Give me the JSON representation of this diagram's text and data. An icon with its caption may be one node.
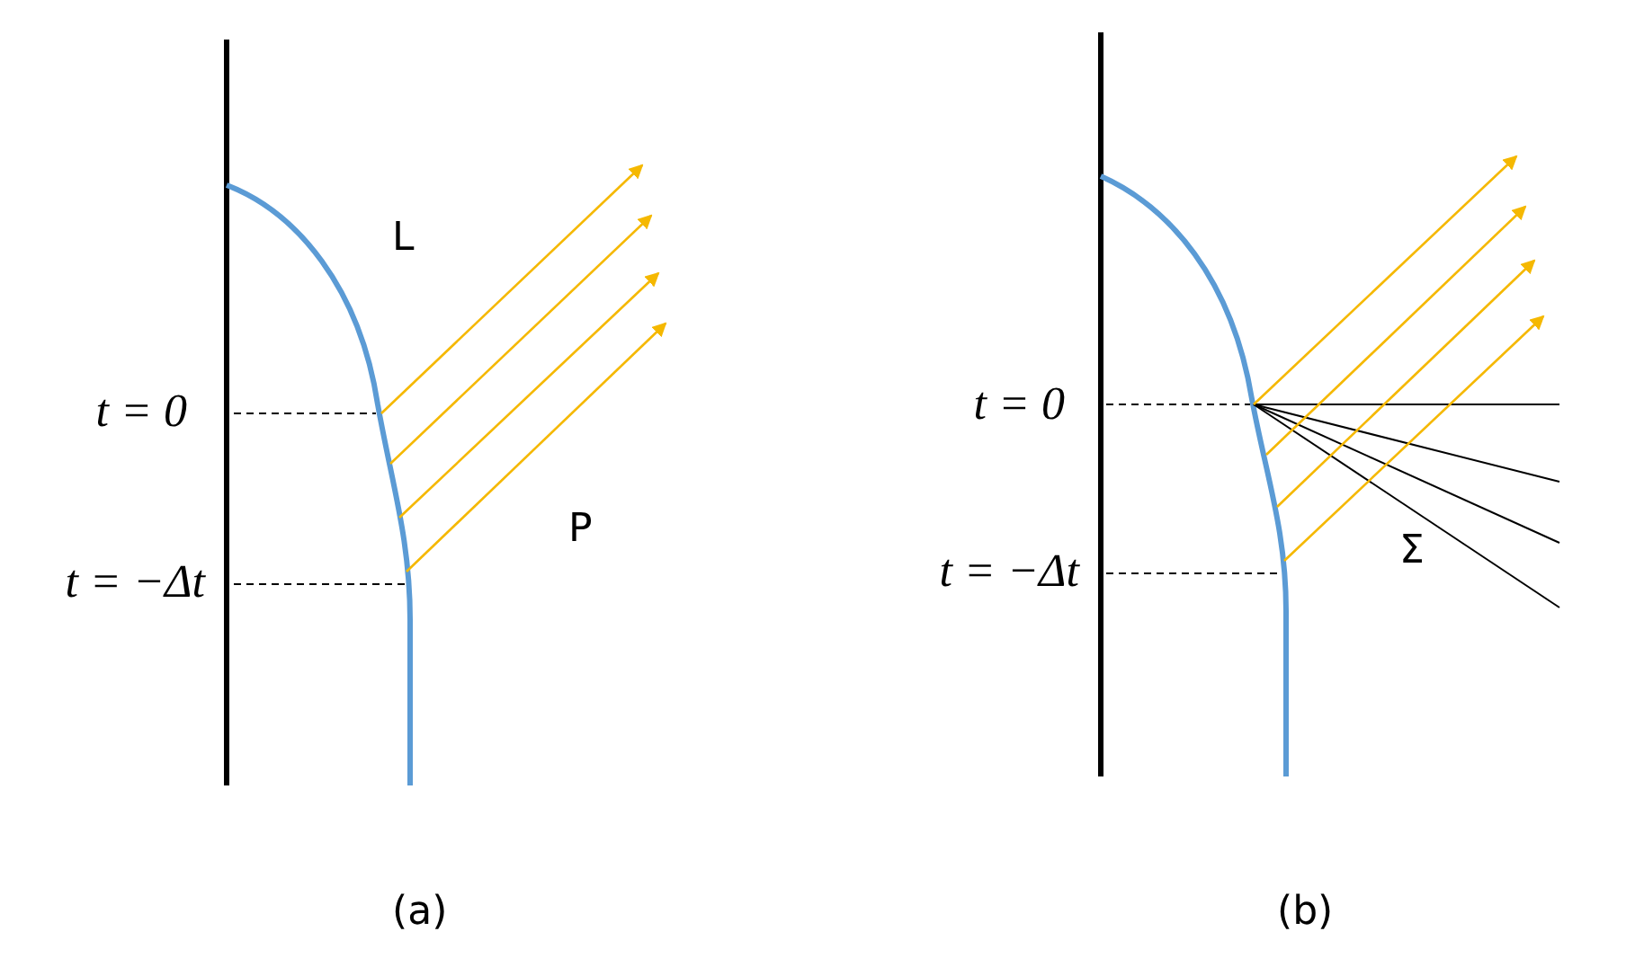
{
  "diagram": {
    "labels": [
      "L",
      "t = 0",
      "P",
      "t = −Δt",
      "(a)",
      "t = 0",
      "Σ",
      "t = −Δt",
      "(b)"
    ]
  }
}
